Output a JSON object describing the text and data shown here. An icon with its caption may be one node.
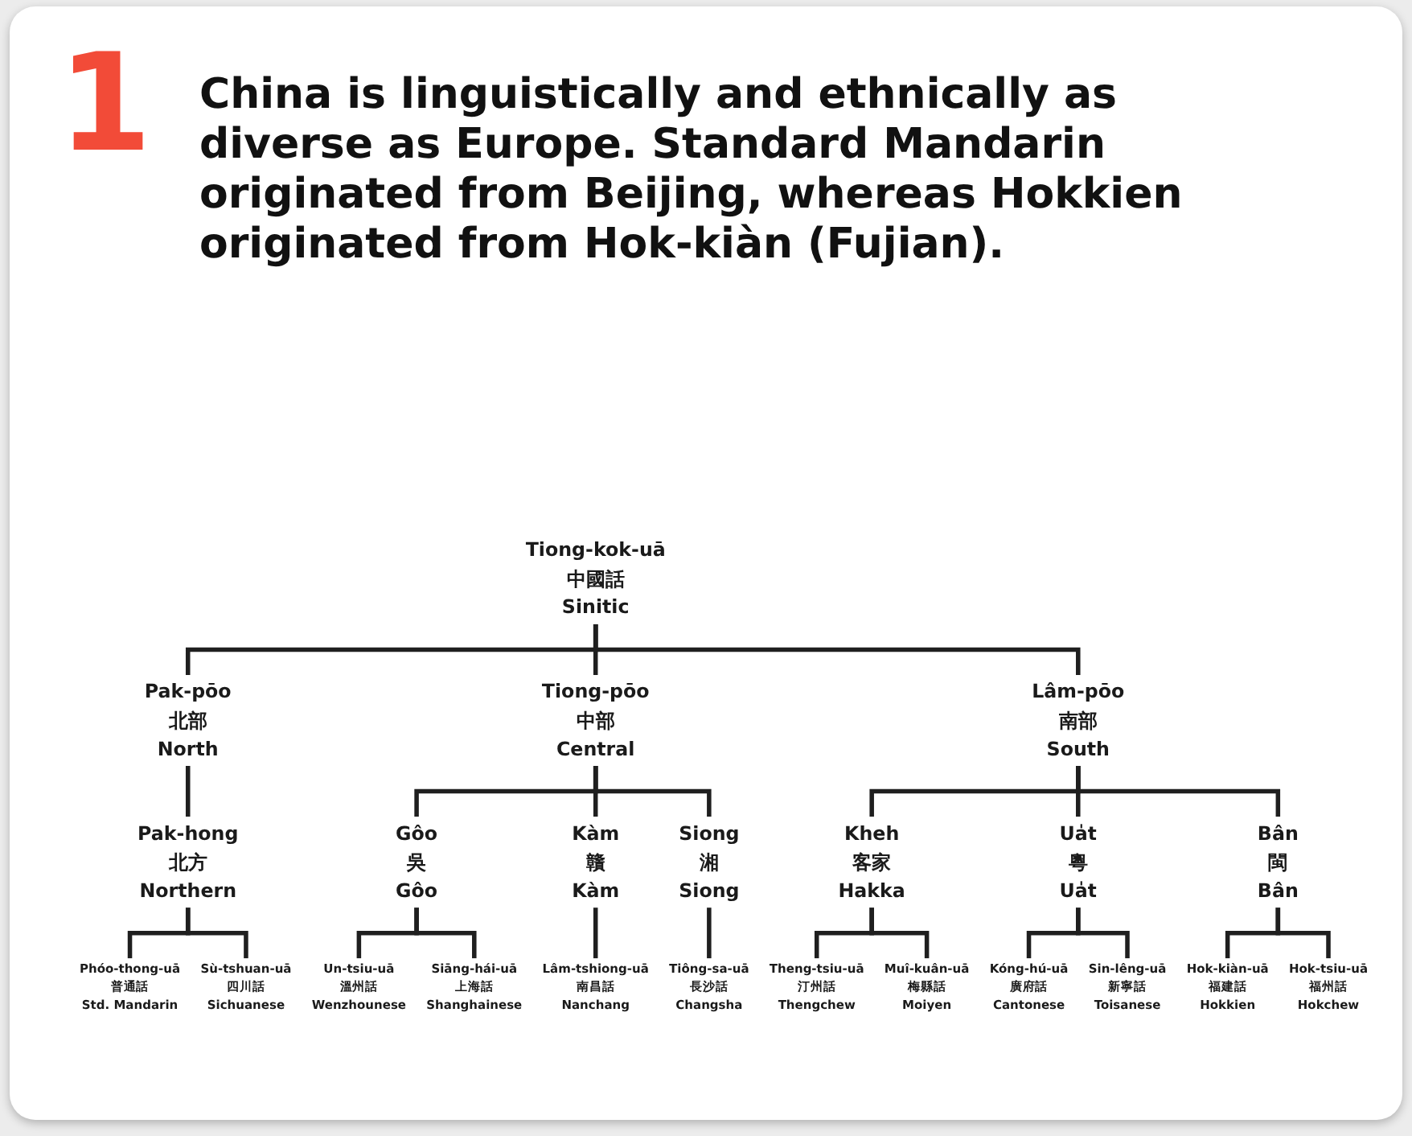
{
  "diagram": {
    "title": "China is linguistically and ethnically as diverse as Europe. Standard Mandarin originated from Beijing, whereas Hokkien originated from Hok-kiàn (Fujian).",
    "nodes": [
      {
        "text": [
          "Tiong-kok-uā",
          "中國話",
          "Sinitic"
        ]
      },
      {
        "text": [
          "Pak-pōo",
          "北部",
          "North"
        ]
      },
      {
        "text": [
          "Tiong-pōo",
          "中部",
          "Central"
        ]
      },
      {
        "text": [
          "Lâm-pōo",
          "南部",
          "South"
        ]
      },
      {
        "text": [
          "Pak-hong",
          "北方",
          "Northern"
        ]
      },
      {
        "text": [
          "Gôo",
          "吳",
          "Gôo"
        ]
      },
      {
        "text": [
          "Kàm",
          "贛",
          "Kàm"
        ]
      },
      {
        "text": [
          "Siong",
          "湘",
          "Siong"
        ]
      },
      {
        "text": [
          "Kheh",
          "客家",
          "Hakka"
        ]
      },
      {
        "text": [
          "Ua̍t",
          "粵",
          "Ua̍t"
        ]
      },
      {
        "text": [
          "Bân",
          "閩",
          "Bân"
        ]
      },
      {
        "text": [
          "Phóo-thong-uā",
          "普通話",
          "Std. Mandarin"
        ]
      },
      {
        "text": [
          "Sù-tshuan-uā",
          "四川話",
          "Sichuanese"
        ]
      },
      {
        "text": [
          "Un-tsiu-uā",
          "溫州話",
          "Wenzhounese"
        ]
      },
      {
        "text": [
          "Siāng-hái-uā",
          "上海話",
          "Shanghainese"
        ]
      },
      {
        "text": [
          "Lâm-tshiong-uā",
          "南昌話",
          "Nanchang"
        ]
      },
      {
        "text": [
          "Tiông-sa-uā",
          "長沙話",
          "Changsha"
        ]
      },
      {
        "text": [
          "Theng-tsiu-uā",
          "汀州話",
          "Thengchew"
        ]
      },
      {
        "text": [
          "Muî-kuân-uā",
          "梅縣話",
          "Moiyen"
        ]
      },
      {
        "text": [
          "Kóng-hú-uā",
          "廣府話",
          "Cantonese"
        ]
      },
      {
        "text": [
          "Sin-lêng-uā",
          "新寧話",
          "Toisanese"
        ]
      },
      {
        "text": [
          "Hok-kiàn-uā",
          "福建話",
          "Hokkien"
        ]
      },
      {
        "text": [
          "Hok-tsiu-uā",
          "福州話",
          "Hokchew"
        ]
      }
    ],
    "edges": [
      {
        "from": 0,
        "to": 1,
        "arrow": "none"
      },
      {
        "from": 0,
        "to": 2,
        "arrow": "none"
      },
      {
        "from": 0,
        "to": 3,
        "arrow": "none"
      },
      {
        "from": 1,
        "to": 4,
        "arrow": "none"
      },
      {
        "from": 2,
        "to": 5,
        "arrow": "none"
      },
      {
        "from": 2,
        "to": 6,
        "arrow": "none"
      },
      {
        "from": 2,
        "to": 7,
        "arrow": "none"
      },
      {
        "from": 3,
        "to": 8,
        "arrow": "none"
      },
      {
        "from": 3,
        "to": 9,
        "arrow": "none"
      },
      {
        "from": 3,
        "to": 10,
        "arrow": "none"
      },
      {
        "from": 4,
        "to": 11,
        "arrow": "none"
      },
      {
        "from": 4,
        "to": 12,
        "arrow": "none"
      },
      {
        "from": 5,
        "to": 13,
        "arrow": "none"
      },
      {
        "from": 5,
        "to": 14,
        "arrow": "none"
      },
      {
        "from": 6,
        "to": 15,
        "arrow": "none"
      },
      {
        "from": 7,
        "to": 16,
        "arrow": "none"
      },
      {
        "from": 8,
        "to": 17,
        "arrow": "none"
      },
      {
        "from": 8,
        "to": 18,
        "arrow": "none"
      },
      {
        "from": 9,
        "to": 19,
        "arrow": "none"
      },
      {
        "from": 9,
        "to": 20,
        "arrow": "none"
      },
      {
        "from": 10,
        "to": 21,
        "arrow": "none"
      },
      {
        "from": 10,
        "to": 22,
        "arrow": "none"
      }
    ],
    "labels": [
      "1"
    ]
  }
}
